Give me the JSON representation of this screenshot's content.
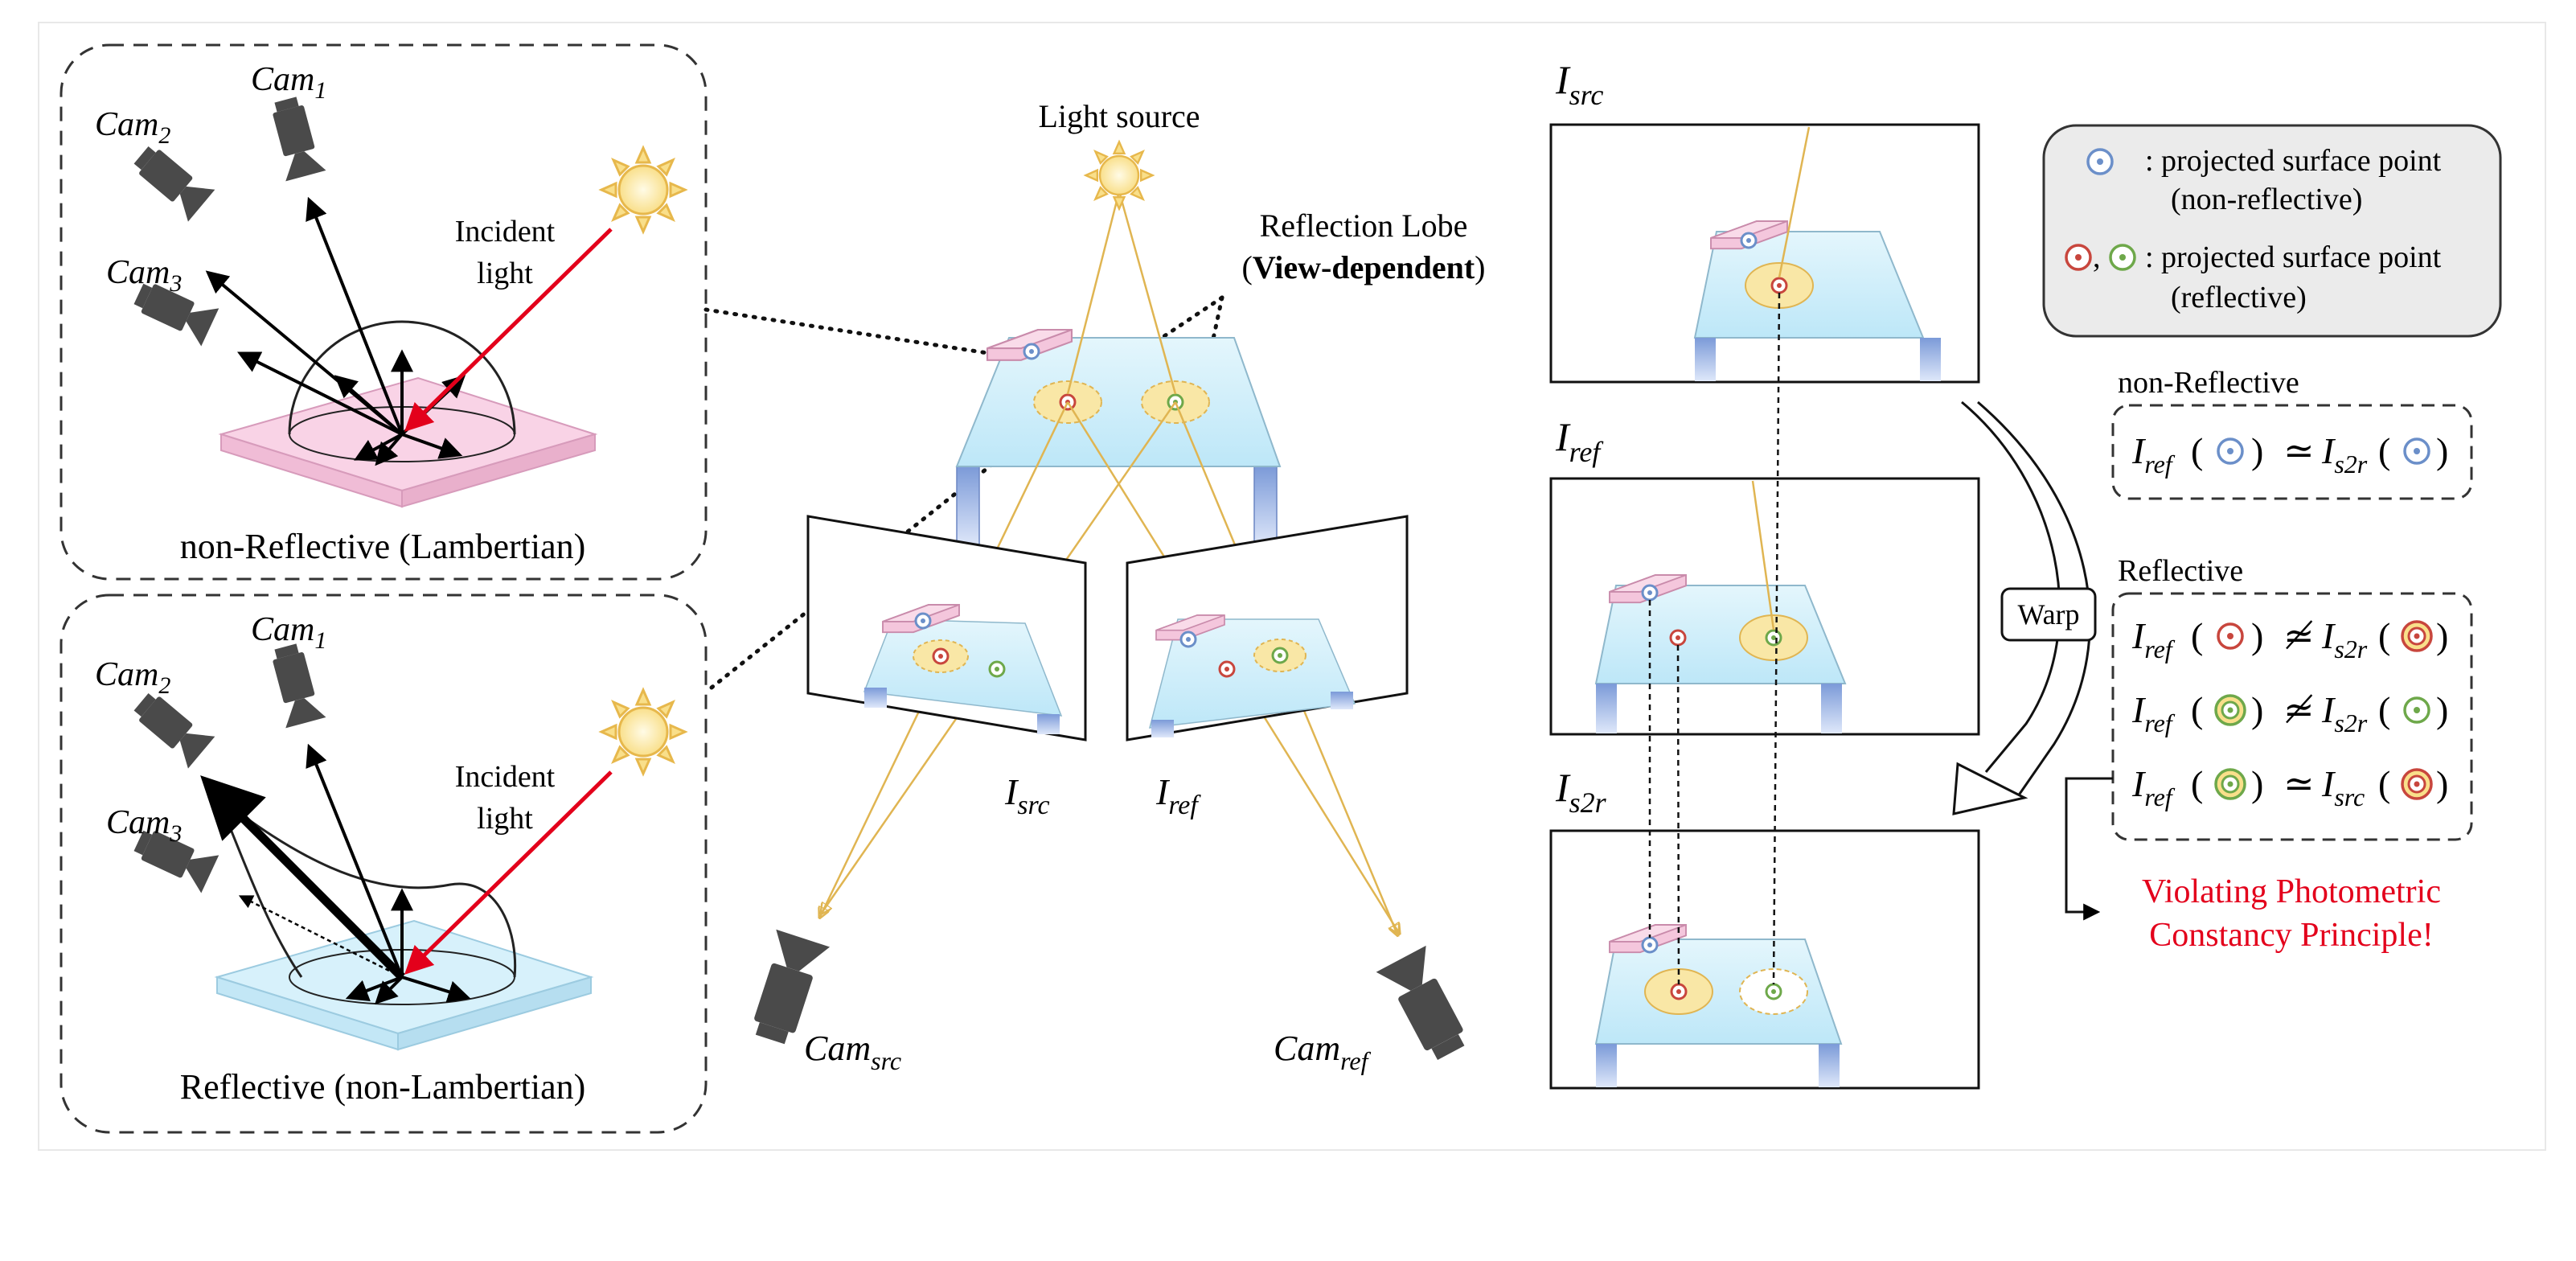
{
  "colors": {
    "red": "#e3001b",
    "yellow": "#e9c46a",
    "blue_ring": "#6b8fc9",
    "red_ring": "#c8463d",
    "green_ring": "#6ea84a",
    "pink": "#f4c6dc",
    "lightblue": "#cdeefb",
    "legend_bg": "#ebebeb"
  },
  "left_top": {
    "cam1": "Cam",
    "cam1_sub": "1",
    "cam2": "Cam",
    "cam2_sub": "2",
    "cam3": "Cam",
    "cam3_sub": "3",
    "incident_1": "Incident",
    "incident_2": "light",
    "caption": "non-Reflective (Lambertian)"
  },
  "left_bottom": {
    "cam1": "Cam",
    "cam1_sub": "1",
    "cam2": "Cam",
    "cam2_sub": "2",
    "cam3": "Cam",
    "cam3_sub": "3",
    "incident_1": "Incident",
    "incident_2": "light",
    "caption": "Reflective (non-Lambertian)"
  },
  "center": {
    "light_source": "Light source",
    "lobe_1": "Reflection Lobe",
    "lobe_2_open": "(",
    "lobe_2_bold": "View-dependent",
    "lobe_2_close": ")",
    "i_src": "I",
    "i_src_sub": "src",
    "i_ref": "I",
    "i_ref_sub": "ref",
    "cam_src": "Cam",
    "cam_src_sub": "src",
    "cam_ref": "Cam",
    "cam_ref_sub": "ref"
  },
  "right": {
    "panel_src": "I",
    "panel_src_sub": "src",
    "panel_ref": "I",
    "panel_ref_sub": "ref",
    "panel_s2r": "I",
    "panel_s2r_sub": "s2r",
    "warp": "Warp"
  },
  "legend": {
    "line1a": ": projected surface point",
    "line1b": "(non-reflective)",
    "line2a": ": projected surface point",
    "line2b": "(reflective)",
    "comma": ","
  },
  "equations": {
    "non_reflective_title": "non-Reflective",
    "reflective_title": "Reflective",
    "I": "I",
    "ref": "ref",
    "s2r": "s2r",
    "src": "src",
    "approx": "≃",
    "not_approx": "≄",
    "open": "(",
    "close": ")"
  },
  "violation": {
    "line1": "Violating Photometric",
    "line2": "Constancy Principle!"
  }
}
